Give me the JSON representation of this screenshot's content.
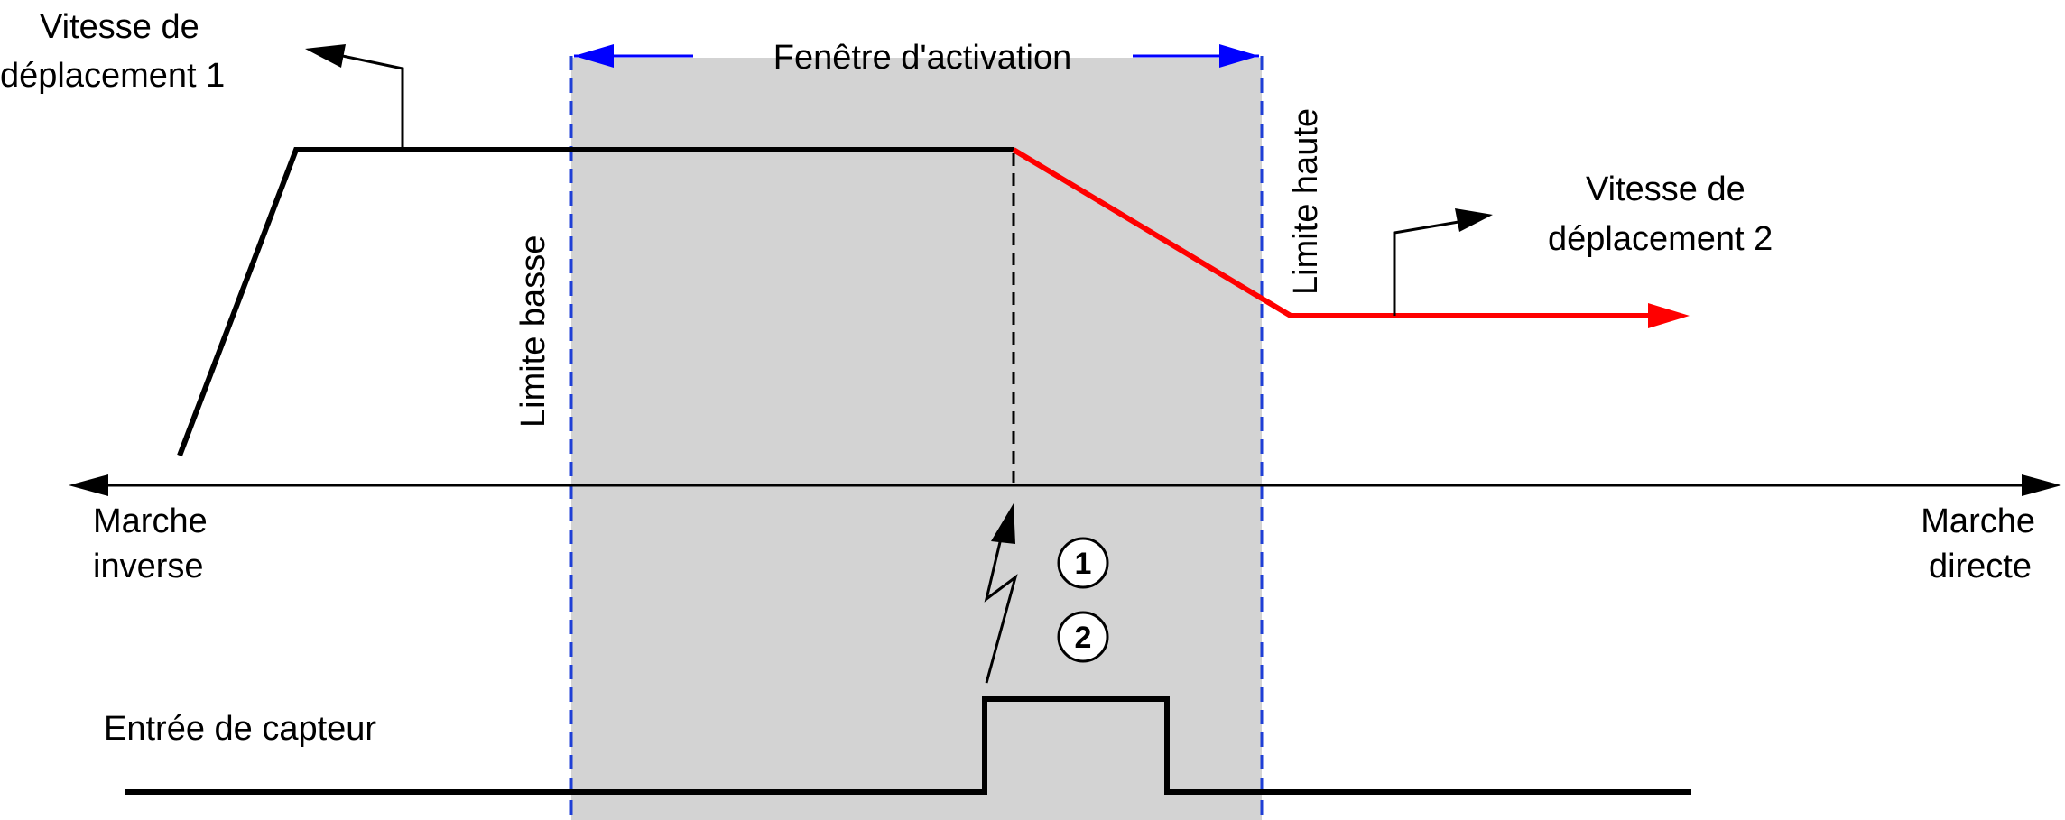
{
  "colors": {
    "window_fill": "#d3d3d3",
    "limit_line": "#1f3fd6",
    "window_arrow": "#0000ff",
    "speed1": "#000000",
    "speed2": "#ff0000",
    "axis": "#000000"
  },
  "labels": {
    "speed1_line1": "Vitesse de",
    "speed1_line2": "déplacement 1",
    "speed2_line1": "Vitesse de",
    "speed2_line2": "déplacement 2",
    "window": "Fenêtre d'activation",
    "low_limit": "Limite basse",
    "high_limit": "Limite haute",
    "reverse_line1": "Marche",
    "reverse_line2": "inverse",
    "forward_line1": "Marche",
    "forward_line2": "directe",
    "sensor": "Entrée de capteur",
    "marker1": "1",
    "marker2": "2"
  }
}
